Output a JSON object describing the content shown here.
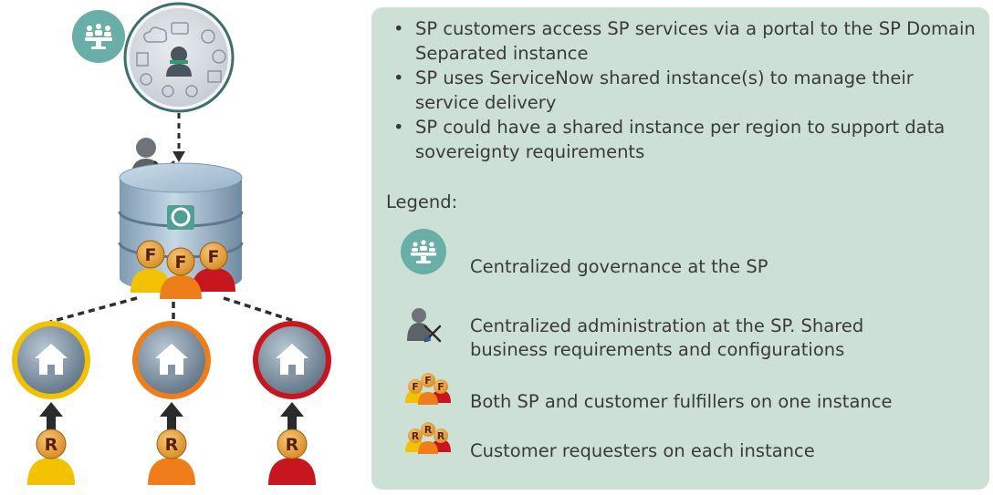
{
  "bullets": [
    "SP customers access SP services via a portal to the SP Domain Separated instance",
    "SP uses ServiceNow shared instance(s) to manage their service delivery",
    "SP could have a shared instance per region to support data sovereignty requirements"
  ],
  "legend": {
    "title": "Legend:",
    "items": [
      {
        "icon": "governance-icon",
        "text": "Centralized governance at the SP"
      },
      {
        "icon": "admin-icon",
        "text": "Centralized administration at the SP.  Shared business requirements and configurations"
      },
      {
        "icon": "fulfillers-icon",
        "text": "Both SP and customer fulfillers on one instance"
      },
      {
        "icon": "requesters-icon",
        "text": "Customer requesters on each instance"
      }
    ]
  },
  "diagram": {
    "fulfiller_letter": "F",
    "requester_letter": "R",
    "instance_colors": [
      "#f2c200",
      "#ef7d1a",
      "#c8161e"
    ]
  },
  "colors": {
    "panel": "#cde0d6",
    "teal": "#6aaea8",
    "cylinder": "#a6c3d8"
  }
}
